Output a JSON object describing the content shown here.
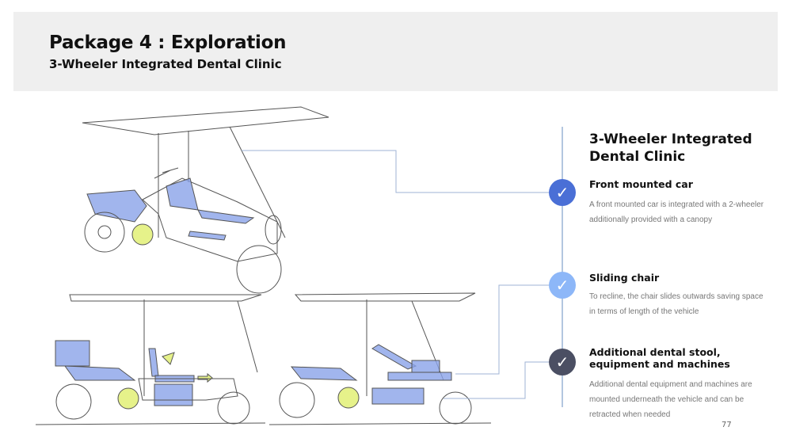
{
  "header": {
    "title": "Package 4 : Exploration",
    "subtitle": "3-Wheeler Integrated Dental Clinic"
  },
  "panel": {
    "title": "3-Wheeler Integrated Dental Clinic",
    "features": [
      {
        "heading": "Front mounted car",
        "description": "A front mounted car is integrated with a 2-wheeler additionally provided with a canopy",
        "color": "#4a6fd6",
        "icon": "check-icon"
      },
      {
        "heading": "Sliding chair",
        "description": "To recline, the chair slides outwards saving space in terms of length of the vehicle",
        "color": "#8db7f8",
        "icon": "check-icon"
      },
      {
        "heading": "Additional dental stool, equipment and machines",
        "description": "Additional dental equipment and machines are mounted underneath the vehicle and can be retracted when needed",
        "color": "#4b4f63",
        "icon": "check-icon"
      }
    ]
  },
  "page_number": "77",
  "colors": {
    "timeline": "#b3c6df",
    "highlight_blue": "#8aa3e8",
    "highlight_yellow": "#e6f28a"
  }
}
